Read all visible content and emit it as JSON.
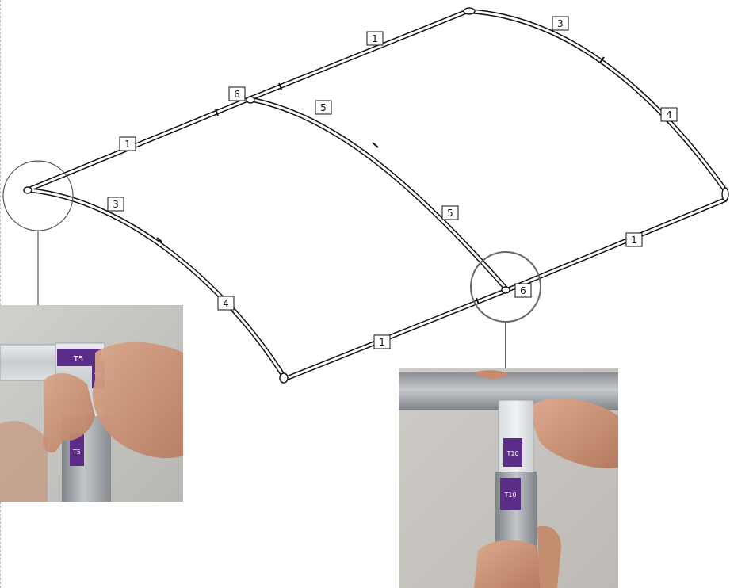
{
  "part_labels": {
    "tube_1": "1",
    "tube_3": "3",
    "tube_4": "4",
    "tube_5": "5",
    "connector_6": "6"
  },
  "photo_corner": {
    "sticker_top": "T5",
    "sticker_side": "T5",
    "sticker_bottom": "T5"
  },
  "photo_tee": {
    "sticker_upper": "T10",
    "sticker_lower": "T10"
  },
  "colors": {
    "frame_line": "#111111",
    "tube_fill": "#ffffff",
    "callout_circle_left": "#555555",
    "callout_circle_right": "#666666",
    "sticker_purple": "#5b2d86",
    "aluminium": "#9ea2a6",
    "photo_background": "#c6c4c0"
  }
}
